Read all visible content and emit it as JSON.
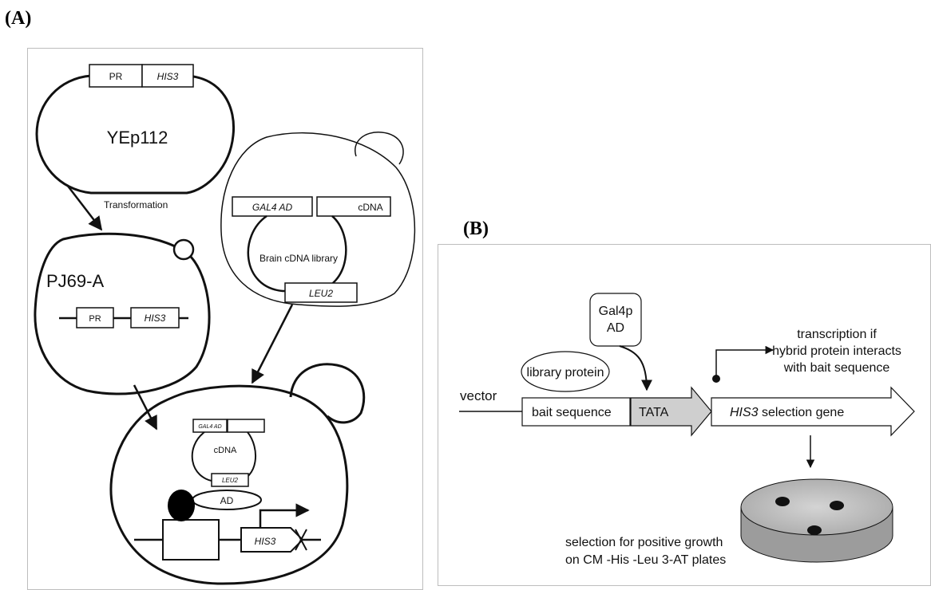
{
  "panel_labels": {
    "a": "(A)",
    "b": "(B)"
  },
  "panel_a": {
    "plasmid_promoter": "PR",
    "plasmid_marker": "HIS3",
    "plasmid_name": "YEp112",
    "transformation_label": "Transformation",
    "yeast_strain": "PJ69-A",
    "strain_promoter": "PR",
    "strain_marker": "HIS3",
    "library_ad": "GAL4 AD",
    "library_insert": "cDNA",
    "library_name": "Brain cDNA library",
    "library_marker": "LEU2",
    "final_ad": "GAL4 AD",
    "final_cdna": "cDNA",
    "final_leu2": "LEU2",
    "final_ad_oval": "AD",
    "final_reporter": "HIS3"
  },
  "panel_b": {
    "gal4_line1": "Gal4p",
    "gal4_line2": "AD",
    "library_protein": "library protein",
    "vector": "vector",
    "bait": "bait sequence",
    "tata": "TATA",
    "his3_gene": "HIS3",
    "selection_gene_suffix": " selection gene",
    "transcription_line1": "transcription if",
    "transcription_line2": "hybrid protein interacts",
    "transcription_line3": "with bait sequence",
    "selection_line1": "selection for positive growth",
    "selection_line2": "on CM -His -Leu 3-AT plates"
  }
}
